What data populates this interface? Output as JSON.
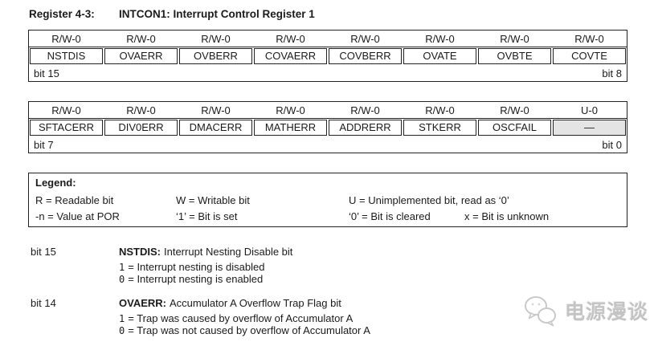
{
  "title": {
    "label": "Register 4-3:",
    "name": "INTCON1: Interrupt Control Register 1"
  },
  "tables": [
    {
      "types": [
        "R/W-0",
        "R/W-0",
        "R/W-0",
        "R/W-0",
        "R/W-0",
        "R/W-0",
        "R/W-0",
        "R/W-0"
      ],
      "bits": [
        "NSTDIS",
        "OVAERR",
        "OVBERR",
        "COVAERR",
        "COVBERR",
        "OVATE",
        "OVBTE",
        "COVTE"
      ],
      "range_left": "bit 15",
      "range_right": "bit 8"
    },
    {
      "types": [
        "R/W-0",
        "R/W-0",
        "R/W-0",
        "R/W-0",
        "R/W-0",
        "R/W-0",
        "R/W-0",
        "U-0"
      ],
      "bits": [
        "SFTACERR",
        "DIV0ERR",
        "DMACERR",
        "MATHERR",
        "ADDRERR",
        "STKERR",
        "OSCFAIL",
        "—"
      ],
      "range_left": "bit 7",
      "range_right": "bit 0"
    }
  ],
  "legend": {
    "title": "Legend:",
    "r1": [
      "R = Readable bit",
      "W = Writable bit",
      "U = Unimplemented bit, read as ‘0’"
    ],
    "r2": [
      "-n = Value at POR",
      "‘1’ = Bit is set",
      "‘0’ = Bit is cleared",
      "x = Bit is unknown"
    ]
  },
  "descriptions": [
    {
      "bit": "bit 15",
      "name": "NSTDIS:",
      "desc": "Interrupt Nesting Disable bit",
      "values": [
        {
          "v": "1",
          "t": "= Interrupt nesting is disabled"
        },
        {
          "v": "0",
          "t": "= Interrupt nesting is enabled"
        }
      ]
    },
    {
      "bit": "bit 14",
      "name": "OVAERR:",
      "desc": "Accumulator A Overflow Trap Flag bit",
      "values": [
        {
          "v": "1",
          "t": "= Trap was caused by overflow of Accumulator A"
        },
        {
          "v": "0",
          "t": "= Trap was not caused by overflow of Accumulator A"
        }
      ]
    }
  ],
  "watermark": {
    "text": "电源漫谈"
  },
  "colors": {
    "table_border": "#222222",
    "unimplemented_cell": "#e4e4e4",
    "watermark_gray": "#c4c4c4"
  }
}
